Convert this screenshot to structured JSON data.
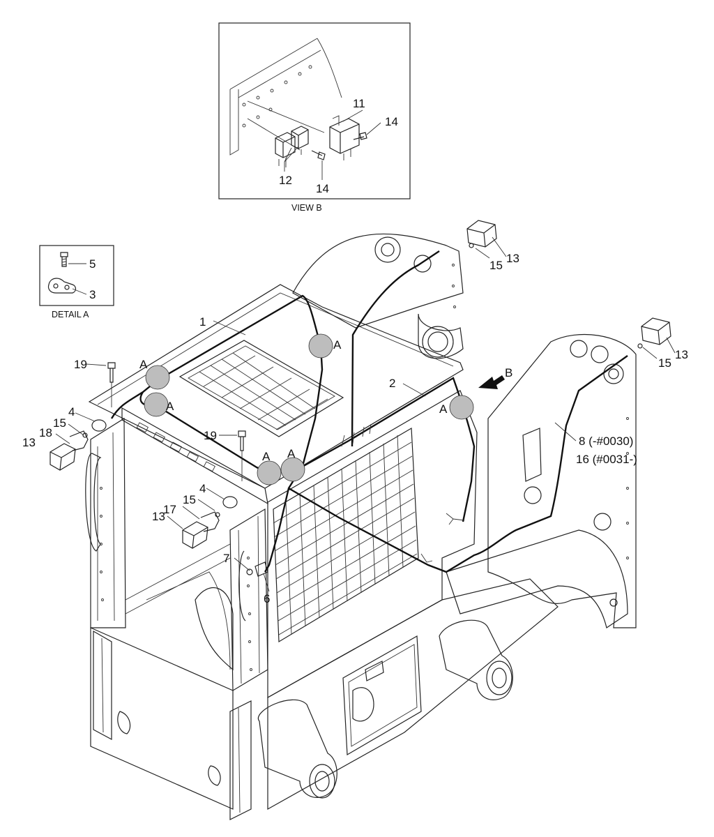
{
  "view_b": {
    "caption": "VIEW B",
    "labels": {
      "l11": "11",
      "l14a": "14",
      "l12": "12",
      "l14b": "14"
    }
  },
  "detail_a": {
    "caption": "DETAIL A",
    "labels": {
      "l5": "5",
      "l3": "3"
    }
  },
  "callouts": {
    "c1": "1",
    "c2": "2",
    "c4a": "4",
    "c4b": "4",
    "c6": "6",
    "c7": "7",
    "c8": "8 (-#0030)",
    "c16": "16 (#0031-)",
    "c13a": "13",
    "c13b": "13",
    "c13c": "13",
    "c13d": "13",
    "c15a": "15",
    "c15b": "15",
    "c15c": "15",
    "c15d": "15",
    "c17": "17",
    "c18": "18",
    "c19a": "19",
    "c19b": "19",
    "b_arrow": "B"
  },
  "markers": {
    "a": "A"
  }
}
